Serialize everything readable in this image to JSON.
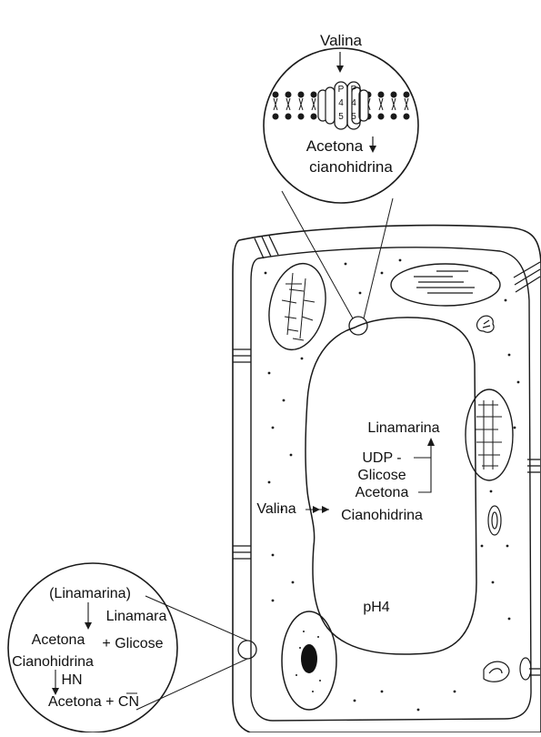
{
  "top_inset": {
    "input": "Valina",
    "enzyme_left": [
      "P",
      "4",
      "5"
    ],
    "enzyme_right": [
      "P",
      "4",
      "5"
    ],
    "output_line1": "Acetona",
    "output_line2": "cianohidrina"
  },
  "vacuole_pathway": {
    "product": "Linamarina",
    "cofactor_line1": "UDP -",
    "cofactor_line2": "Glicose",
    "substrate_line1": "Acetona",
    "substrate_line2": "Cianohidrina",
    "precursor": "Valina"
  },
  "vacuole_ph": "pH4",
  "bottom_inset": {
    "line1": "(Linamarina)",
    "line2": "Linamara",
    "line3a": "Acetona",
    "line3b": "+ Glicose",
    "line4": "Cianohidrina",
    "line5": "HN",
    "line6": "Acetona + CN"
  },
  "colors": {
    "ink": "#1a1a1a",
    "background": "#ffffff",
    "nucleolus": "#111111"
  }
}
